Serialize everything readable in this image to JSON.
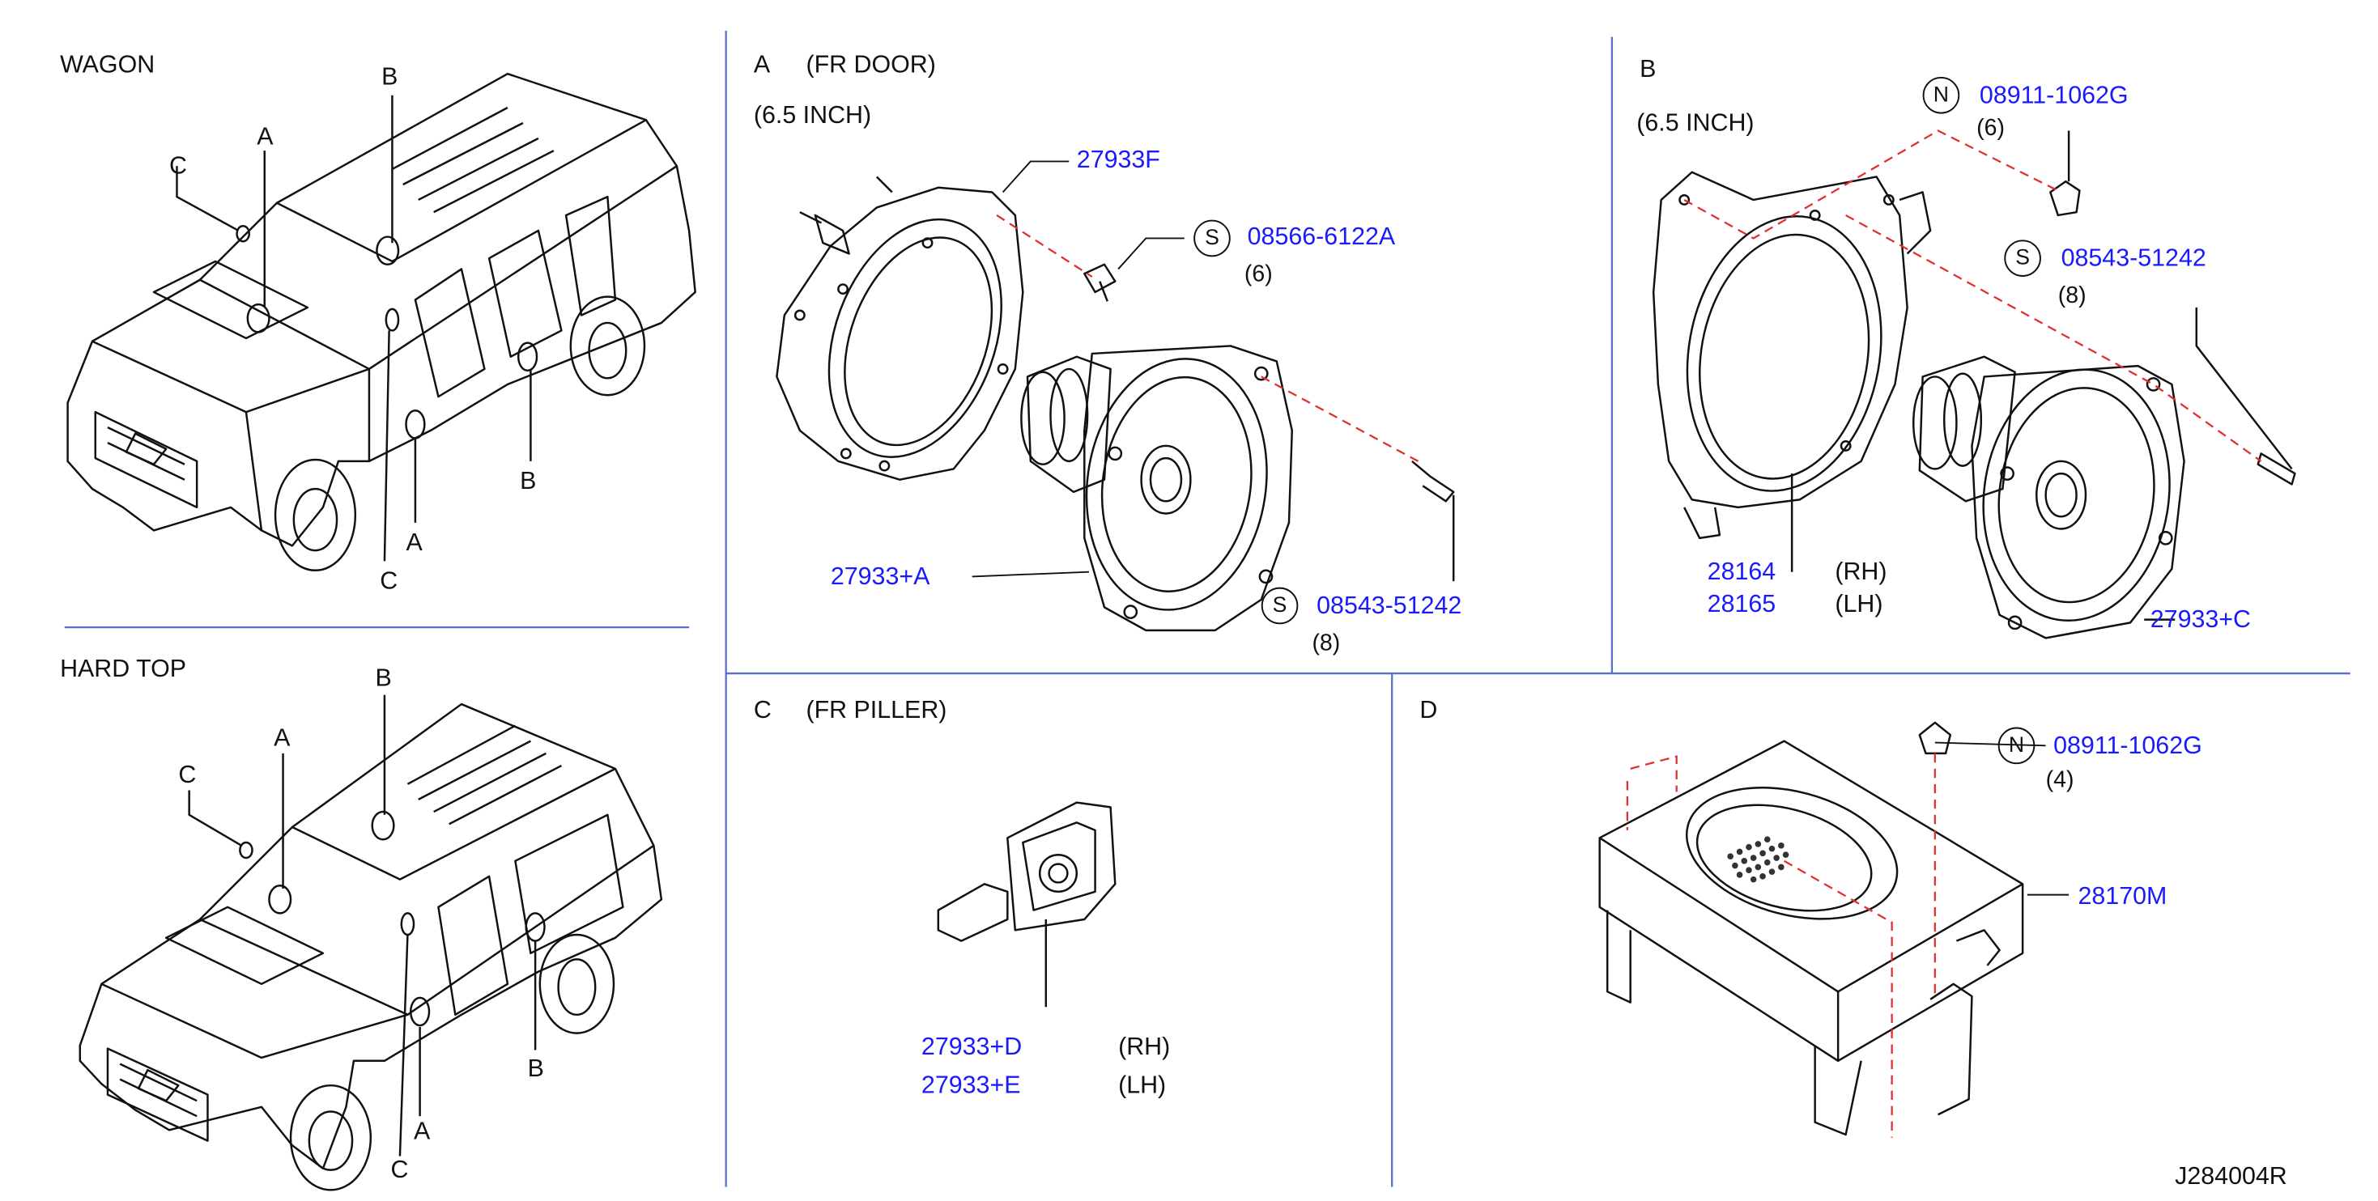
{
  "sections": {
    "wagon": "WAGON",
    "hard_top": "HARD  TOP",
    "a": {
      "letter": "A",
      "title": "(FR  DOOR)",
      "size": "(6.5  INCH)"
    },
    "b": {
      "letter": "B",
      "size": "(6.5  INCH)"
    },
    "c": {
      "letter": "C",
      "title": "(FR  PILLER)"
    },
    "d": {
      "letter": "D"
    }
  },
  "callouts": {
    "a": "A",
    "b": "B",
    "c": "C"
  },
  "parts": {
    "a_bracket": "27933F",
    "a_screw": {
      "symbol": "S",
      "number": "08566-6122A",
      "qty": "(6)"
    },
    "a_speaker": "27933+A",
    "a_screw2": {
      "symbol": "S",
      "number": "08543-51242",
      "qty": "(8)"
    },
    "b_nut": {
      "symbol": "N",
      "number": "08911-1062G",
      "qty": "(6)"
    },
    "b_screw": {
      "symbol": "S",
      "number": "08543-51242",
      "qty": "(8)"
    },
    "b_bracket_rh": {
      "number": "28164",
      "side": "(RH)"
    },
    "b_bracket_lh": {
      "number": "28165",
      "side": "(LH)"
    },
    "b_speaker": "27933+C",
    "c_tweeter_rh": {
      "number": "27933+D",
      "side": "(RH)"
    },
    "c_tweeter_lh": {
      "number": "27933+E",
      "side": "(LH)"
    },
    "d_nut": {
      "symbol": "N",
      "number": "08911-1062G",
      "qty": "(4)"
    },
    "d_subwoofer": "28170M"
  },
  "diagram_id": "J284004R",
  "colors": {
    "part_number": "#1a1aff",
    "divider": "#5a6fc8",
    "leader_dash": "#e03030",
    "line": "#111111"
  }
}
